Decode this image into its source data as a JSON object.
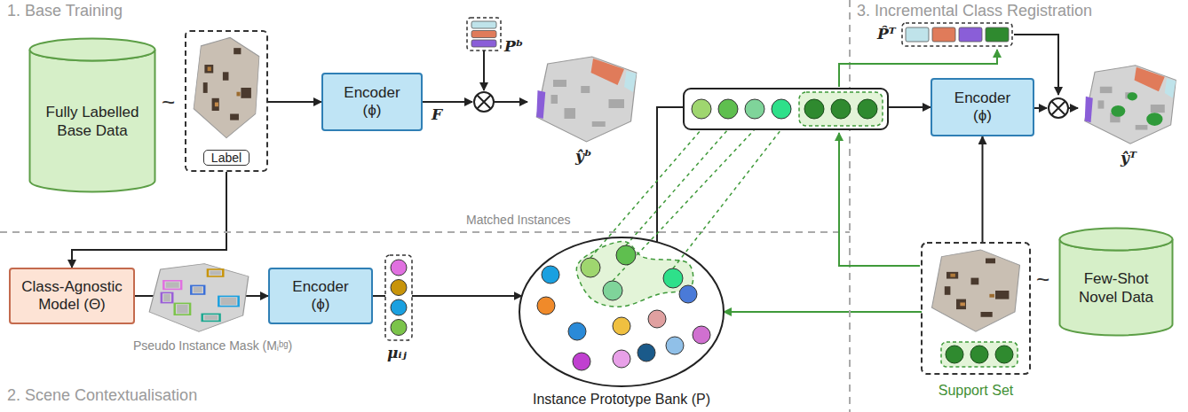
{
  "diagram": {
    "nodes": [
      {
        "text": [
          "Fully Labelled Base Data"
        ]
      },
      {
        "text": [
          "Label"
        ]
      },
      {
        "text": [
          "Encoder (ϕ)"
        ]
      },
      {
        "text": [
          "Class-Agnostic Model (Θ)"
        ]
      },
      {
        "text": [
          "Encoder (ϕ)"
        ]
      },
      {
        "text": [
          "Instance Prototype Bank (P)"
        ]
      },
      {
        "text": [
          "Encoder (ϕ)"
        ]
      },
      {
        "text": [
          "Few-Shot Novel Data"
        ]
      },
      {
        "text": [
          "Support Set"
        ]
      }
    ],
    "edges": [
      {
        "from": 1,
        "to": 2,
        "arrow": "to"
      },
      {
        "from": 1,
        "to": 3,
        "arrow": "to"
      },
      {
        "from": 3,
        "to": 4,
        "arrow": "to"
      },
      {
        "from": 4,
        "to": 5,
        "arrow": "to"
      },
      {
        "from": 5,
        "to": 6,
        "arrow": "to"
      },
      {
        "from": 8,
        "to": 5,
        "arrow": "to"
      },
      {
        "from": 8,
        "to": 6,
        "arrow": "to"
      }
    ],
    "labels": [
      "1. Base Training",
      "3. Incremental Class Registration",
      "2. Scene Contextualisation",
      "~",
      "F",
      "Pᵇ",
      "ŷᵇ",
      "Pseudo Instance Mask (Mᵢᵇᵍ)",
      "μᵢⱼ",
      "Matched Instances",
      "P̂ᵀ",
      "ŷᵀ",
      "~"
    ]
  }
}
